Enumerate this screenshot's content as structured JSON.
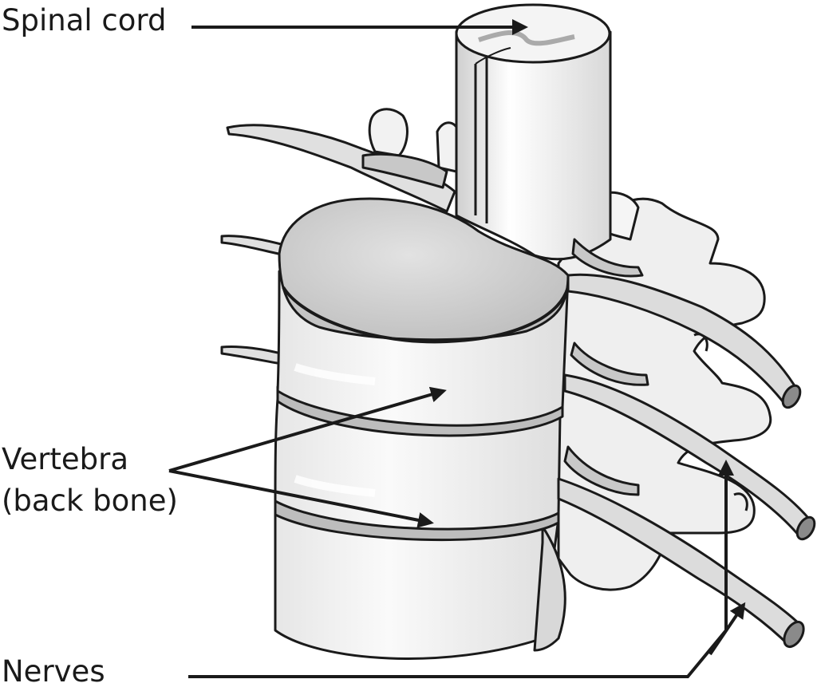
{
  "labels": {
    "spinal_cord": "Spinal cord",
    "vertebra_line1": "Vertebra",
    "vertebra_line2": "(back bone)",
    "nerves": "Nerves"
  },
  "colors": {
    "ink": "#1a1a1a",
    "bone_light": "#efefef",
    "bone_mid": "#d6d6d6",
    "disc_top": "#cfcfcf",
    "nerve": "#dcdcdc",
    "nerve_end": "#8a8a8a"
  }
}
